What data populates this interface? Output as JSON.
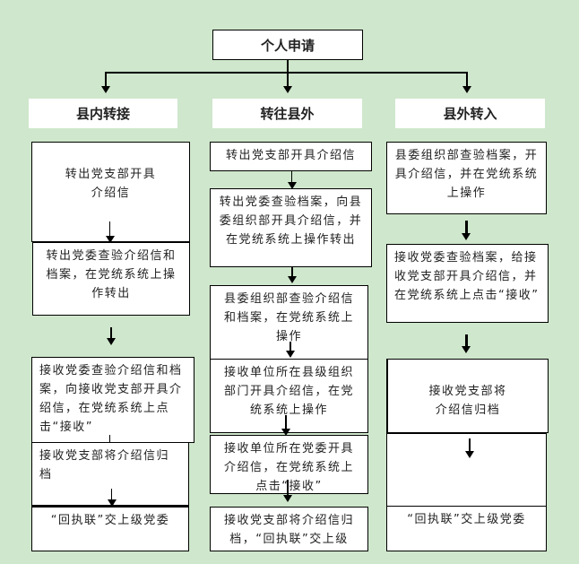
{
  "title": "个人申请",
  "branches": [
    {
      "header": "县内转接",
      "steps": [
        "转出党支部开具\n介绍信",
        "转出党委查验介绍信和档案，在党统系统上操作转出",
        "接收党委查验介绍信和档案，向接收党支部开具介绍信，在党统系统上点击“接收”",
        "接收党支部将介绍信归档",
        "“回执联”交上级党委"
      ]
    },
    {
      "header": "转往县外",
      "steps": [
        "转出党支部开具介绍信",
        "转出党委查验档案，向县委组织部开具介绍信，并在党统系统上操作转出",
        "县委组织部查验介绍信和档案，在党统系统上操作",
        "接收单位所在县级组织部门开具介绍信，在党统系统上操作",
        "接收单位所在党委开具介绍信，在党统系统上点击“接收”",
        "接收党支部将介绍信归档，“回执联”交上级"
      ]
    },
    {
      "header": "县外转入",
      "steps": [
        "县委组织部查验档案，开具介绍信，并在党统系统上操作",
        "接收党委查验档案，给接收党支部开具介绍信，并在党统系统上点击“接收”",
        "接收党支部将\n介绍信归档",
        "",
        "“回执联”交上级党委"
      ]
    }
  ]
}
